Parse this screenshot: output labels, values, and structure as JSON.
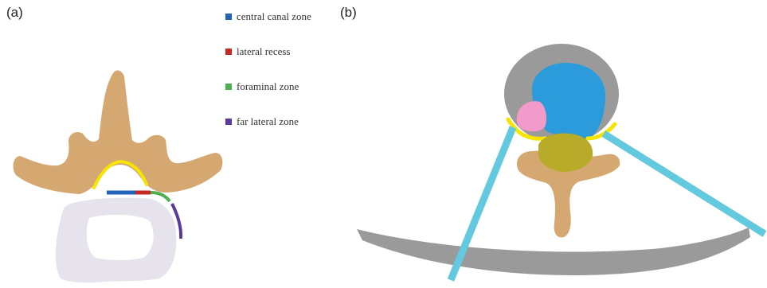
{
  "panels": [
    {
      "label": "(a)"
    },
    {
      "label": "(b)"
    }
  ],
  "legend": [
    {
      "label": "central canal zone",
      "color": "#2163b8"
    },
    {
      "label": "lateral recess",
      "color": "#c62828"
    },
    {
      "label": "foraminal zone",
      "color": "#4caf50"
    },
    {
      "label": "far lateral zone",
      "color": "#5b3a9e"
    }
  ],
  "colors": {
    "bone": "#d6a871",
    "vertebral_body": "#e6e3ec",
    "ligament": "#f5e500",
    "dural_sac": "#2b9bdb",
    "outer_ring": "#9a9a9a",
    "disc_herniation": "#f29ac9",
    "inner_body": "#b8ab2a",
    "instrument": "#62c9df"
  }
}
